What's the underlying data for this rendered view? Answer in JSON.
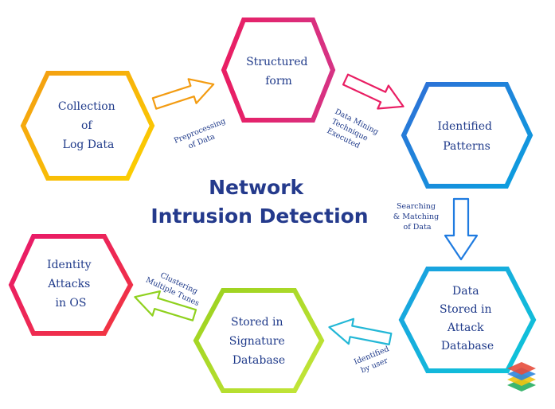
{
  "diagram": {
    "title_lines": [
      "Network",
      "Intrusion Detection"
    ],
    "nodes": [
      {
        "id": "collection",
        "lines": [
          "Collection",
          "of",
          "Log Data"
        ],
        "colors": [
          "#f39c12",
          "#fcd200"
        ]
      },
      {
        "id": "structured",
        "lines": [
          "Structured",
          "form"
        ],
        "colors": [
          "#e91e63",
          "#d63384"
        ]
      },
      {
        "id": "patterns",
        "lines": [
          "Identified",
          "Patterns"
        ],
        "colors": [
          "#2f6fd6",
          "#0aa1e0"
        ]
      },
      {
        "id": "attack-db",
        "lines": [
          "Data",
          "Stored in",
          "Attack",
          "Database"
        ],
        "colors": [
          "#1a9fe0",
          "#0fc6d8"
        ]
      },
      {
        "id": "signature-db",
        "lines": [
          "Stored in",
          "Signature",
          "Database"
        ],
        "colors": [
          "#9ad11e",
          "#c5e63a"
        ]
      },
      {
        "id": "identity",
        "lines": [
          "Identity",
          "Attacks",
          "in OS"
        ],
        "colors": [
          "#e8196b",
          "#f2373f"
        ]
      }
    ],
    "arrows": [
      {
        "id": "preprocessing",
        "lines": [
          "Preprocessing",
          "of Data"
        ],
        "colors": [
          "#f39c12",
          "#f3a200"
        ]
      },
      {
        "id": "data-mining",
        "lines": [
          "Data Mining",
          "Technique",
          "Executed"
        ],
        "colors": [
          "#e91e63",
          "#c03fb0"
        ]
      },
      {
        "id": "searching",
        "lines": [
          "Searching",
          "& Matching",
          "of Data"
        ],
        "colors": [
          "#1f7be0",
          "#1f7be0"
        ]
      },
      {
        "id": "identified-by-user",
        "lines": [
          "Identified",
          "by user"
        ],
        "colors": [
          "#22b7d6",
          "#22b7d6"
        ]
      },
      {
        "id": "clustering",
        "lines": [
          "Clustering",
          "Multiple Tunes"
        ],
        "colors": [
          "#8fd11e",
          "#8fd11e"
        ]
      }
    ],
    "logo": {
      "name": "stacked-layers-logo",
      "colors": [
        "#e74c3c",
        "#2e86de",
        "#f1c40f",
        "#27ae60"
      ]
    }
  }
}
